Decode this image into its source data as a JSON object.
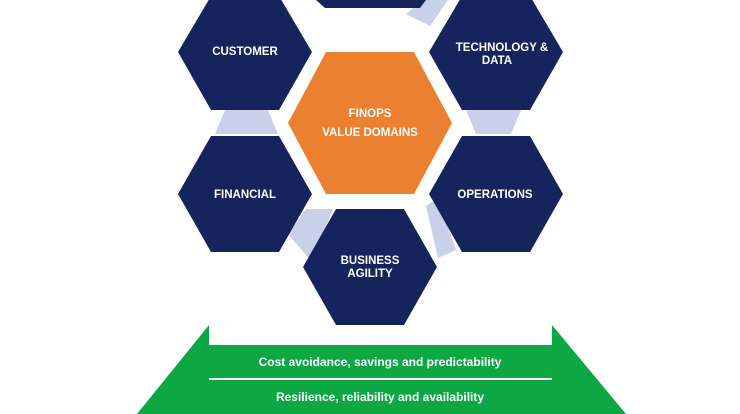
{
  "center": {
    "line1": "FINOPS",
    "line2": "VALUE DOMAINS",
    "color": "#EB8030"
  },
  "domains": [
    {
      "id": "top",
      "lines": []
    },
    {
      "id": "customer",
      "lines": [
        "CUSTOMER"
      ]
    },
    {
      "id": "technology-data",
      "lines": [
        "TECHNOLOGY &",
        "DATA"
      ]
    },
    {
      "id": "financial",
      "lines": [
        "FINANCIAL"
      ]
    },
    {
      "id": "operations",
      "lines": [
        "OPERATIONS"
      ]
    },
    {
      "id": "business-agility",
      "lines": [
        "BUSINESS",
        "AGILITY"
      ]
    }
  ],
  "arrow": {
    "rows": [
      "Cost avoidance, savings and predictability",
      "Resilience, reliability and availability"
    ]
  },
  "colors": {
    "hex": "#15245C",
    "connector": "#C9D1EA",
    "center": "#EB8030",
    "arrow": "#0DA843"
  }
}
